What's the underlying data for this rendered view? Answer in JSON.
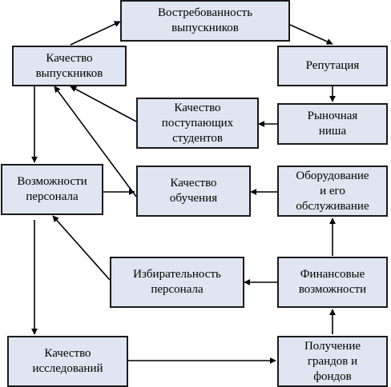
{
  "nodes": {
    "vostrebovannost": "Востребованность\nвыпускников",
    "reputatsiya": "Репутация",
    "kachestvo_vypusknikov": "Качество\nвыпускников",
    "rynochnaya_nisha": "Рыночная\nниша",
    "kachestvo_postupayushchikh": "Качество\nпоступающих\nстудентов",
    "vozmozhnosti_personala": "Возможности\nперсонала",
    "kachestvo_obucheniya": "Качество\nобучения",
    "oborudovanie": "Оборудование\nи его\nобслуживание",
    "izbiratelnost": "Избирательность\nперсонала",
    "finansovye": "Финансовые\nвозможности",
    "kachestvo_issledovaniy": "Качество\nисследований",
    "poluchenie_grandov": "Получение\nграндов и\nфондов"
  },
  "colors": {
    "box_fill": "#dfe6f1",
    "box_border": "#1a1a1a",
    "arrow": "#000000"
  }
}
